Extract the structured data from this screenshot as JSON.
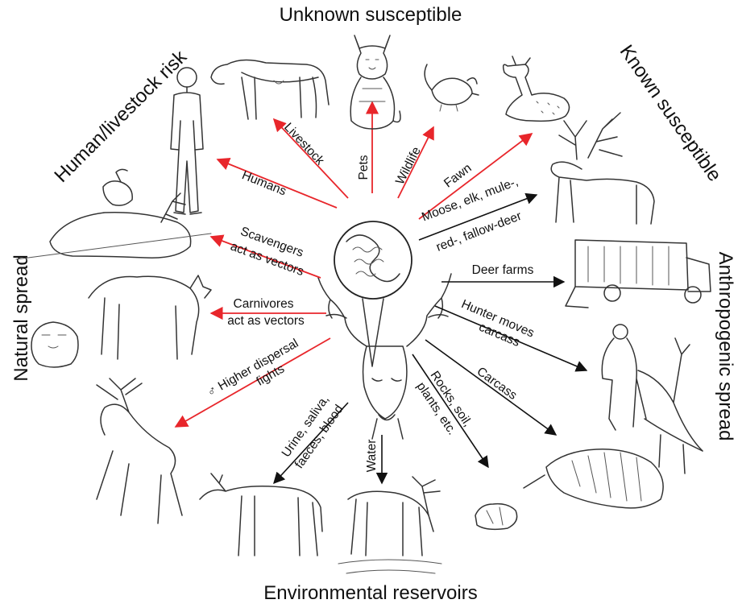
{
  "categories": {
    "unknown_susceptible": "Unknown susceptible",
    "known_susceptible": "Known susceptible",
    "human_livestock_risk": "Human/livestock risk",
    "natural_spread": "Natural spread",
    "anthropogenic_spread": "Anthropogenic spread",
    "environmental_reservoirs": "Environmental reservoirs"
  },
  "arrows": {
    "humans": "Humans",
    "livestock": "Livestock",
    "pets": "Pets",
    "wildlife": "Wildlife",
    "fawn": "Fawn",
    "moose_line1": "Moose, elk, mule-,",
    "moose_line2": "red-, fallow-deer",
    "deer_farms": "Deer farms",
    "hunter_line1": "Hunter moves",
    "hunter_line2": "carcass",
    "carcass": "Carcass",
    "rocks_line1": "Rocks, soil,",
    "rocks_line2": "plants, etc.",
    "water": "Water",
    "urine_line1": "Urine, saliva,",
    "urine_line2": "faeces, blood",
    "dispersal_line1": "♂ Higher dispersal",
    "dispersal_line2": "fights",
    "carnivores_line1": "Carnivores",
    "carnivores_line2": "act as vectors",
    "scavengers_line1": "Scavengers",
    "scavengers_line2": "act as vectors"
  },
  "colors": {
    "red_arrow": "#e8262b",
    "black_arrow": "#111111"
  },
  "icons": [
    "human-icon",
    "cow-icon",
    "cat-icon",
    "mouse-icon",
    "fawn-icon",
    "elk-icon",
    "trailer-icon",
    "hunter-icon",
    "carcass-icon",
    "rock-icon",
    "drinking-deer-icon",
    "doe-icon",
    "running-deer-icon",
    "raccoon-icon",
    "wolf-icon",
    "eagle-icon",
    "scavenged-carcass-icon",
    "central-deer-icon",
    "prion-icon"
  ]
}
